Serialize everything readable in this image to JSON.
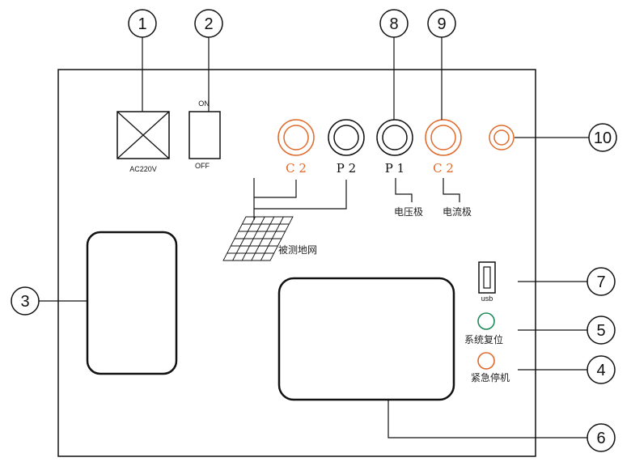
{
  "callouts": {
    "n1": "1",
    "n2": "2",
    "n3": "3",
    "n4": "4",
    "n5": "5",
    "n6": "6",
    "n7": "7",
    "n8": "8",
    "n9": "9",
    "n10": "10"
  },
  "power": {
    "label": "AC220V"
  },
  "switch": {
    "on_label": "ON",
    "off_label": "OFF"
  },
  "terminals": {
    "c2_left": "C 2",
    "p2": "P 2",
    "p1": "P 1",
    "c2_right": "C 2"
  },
  "electrode_labels": {
    "voltage": "电压极",
    "current": "电流极"
  },
  "ground_grid": {
    "label": "被测地网"
  },
  "usb": {
    "label": "usb"
  },
  "reset": {
    "label": "系统复位"
  },
  "estop": {
    "label": "紧急停机"
  },
  "colors": {
    "orange": "#e06a2c",
    "green": "#1f8a5a",
    "line": "#111111"
  }
}
